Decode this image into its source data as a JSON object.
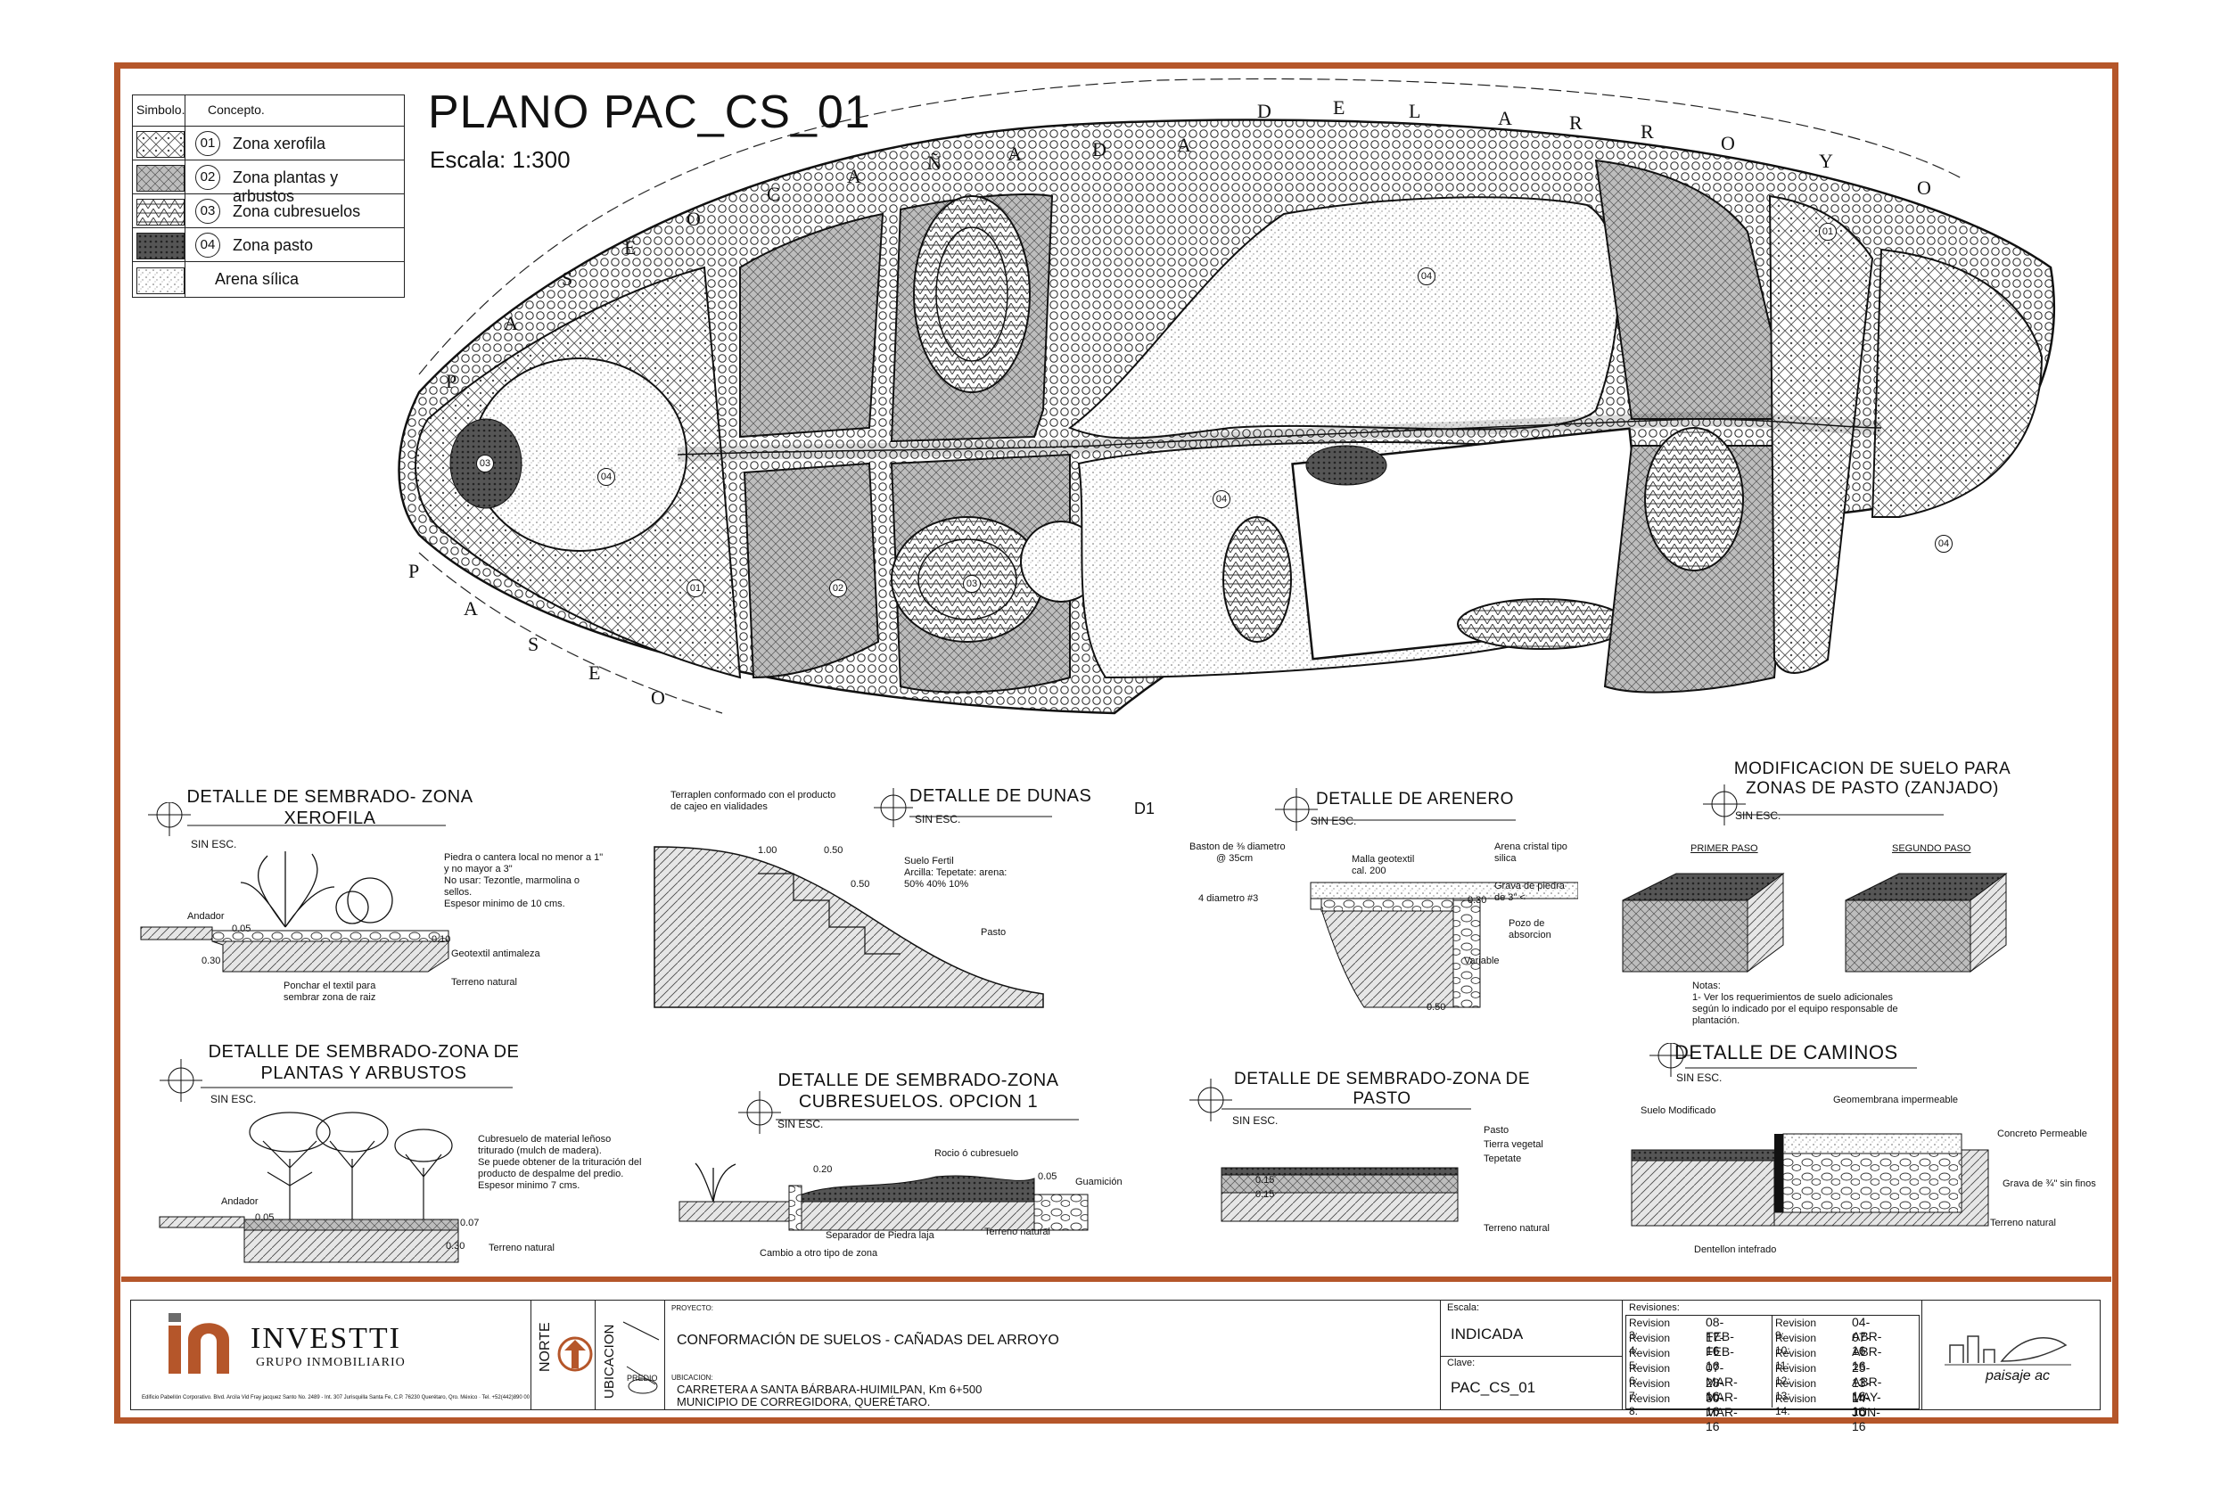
{
  "legend": {
    "col_symbol": "Simbolo.",
    "col_concept": "Concepto.",
    "items": [
      {
        "num": "01",
        "label": "Zona xerofila"
      },
      {
        "num": "02",
        "label": "Zona plantas y arbustos"
      },
      {
        "num": "03",
        "label": "Zona cubresuelos"
      },
      {
        "num": "04",
        "label": "Zona pasto"
      },
      {
        "num": "",
        "label": "Arena sílica"
      }
    ]
  },
  "plan": {
    "title": "PLANO PAC_CS_01",
    "scale": "Escala: 1:300",
    "street_top": [
      "P",
      "A",
      "S",
      "E",
      "O",
      "C",
      "A",
      "Ñ",
      "A",
      "D",
      "A",
      "D",
      "E",
      "L",
      "A",
      "R",
      "R",
      "O",
      "Y",
      "O"
    ],
    "street_bottom": [
      "P",
      "A",
      "S",
      "E",
      "O"
    ],
    "zone_tags": [
      "01",
      "02",
      "03",
      "04"
    ]
  },
  "details": {
    "xerofila": {
      "title_line1": "DETALLE DE SEMBRADO- ZONA",
      "title_line2": "XEROFILA",
      "scale": "SIN ESC.",
      "note1": "Piedra o cantera local no menor a 1\"",
      "note2": "y no mayor a 3\"",
      "note3": "No usar: Tezontle, marmolina o",
      "note4": "sellos.",
      "note5": "Espesor minimo de 10 cms.",
      "label_andador": "Andador",
      "dim_005": "0.05",
      "dim_030": "0.30",
      "dim_010": "0.10",
      "geotextil": "Geotextil antimaleza",
      "terreno": "Terreno natural",
      "ponchar1": "Ponchar el textil para",
      "ponchar2": "sembrar zona de raiz"
    },
    "dunas": {
      "title": "DETALLE DE DUNAS",
      "tag": "D1",
      "scale": "SIN ESC.",
      "note_top1": "Terraplen conformado con el producto",
      "note_top2": "de cajeo en vialidades",
      "dim_100": "1.00",
      "dim_050a": "0.50",
      "dim_050b": "0.50",
      "suelo1": "Suelo Fertil",
      "suelo2": "Arcilla:  Tepetate:  arena:",
      "suelo3": "50%        40%        10%",
      "pasto": "Pasto"
    },
    "arenero": {
      "title": "DETALLE DE ARENERO",
      "scale": "SIN ESC.",
      "baston1": "Baston de ⅜ diametro",
      "baston2": "@ 35cm",
      "diam": "4 diametro #3",
      "malla1": "Malla geotextil",
      "malla2": "cal. 200",
      "arena1": "Arena cristal tipo",
      "arena2": "silica",
      "grava1": "Grava de piedra",
      "grava2": "de 3\" <",
      "pozo1": "Pozo de",
      "pozo2": "absorcion",
      "variable": "Variable",
      "dim_050": "0.50",
      "dim_030": "0.30"
    },
    "zanjado": {
      "title_line1": "MODIFICACION DE SUELO PARA",
      "title_line2": "ZONAS DE PASTO (ZANJADO)",
      "scale": "SIN ESC.",
      "primer": "PRIMER PASO",
      "segundo": "SEGUNDO PASO",
      "notas_title": "Notas:",
      "notas1": "1- Ver los requerimientos de suelo adicionales",
      "notas2": "según lo indicado por el equipo responsable de",
      "notas3": "plantación."
    },
    "arbustos": {
      "title_line1": "DETALLE DE SEMBRADO-ZONA DE",
      "title_line2": "PLANTAS Y ARBUSTOS",
      "scale": "SIN ESC.",
      "note1": "Cubresuelo de material leñoso",
      "note2": "triturado (mulch de madera).",
      "note3": "Se puede obtener de la trituración del",
      "note4": "producto de despalme del predio.",
      "note5": "Espesor minimo 7 cms.",
      "andador": "Andador",
      "dim_005": "0.05",
      "dim_007": "0.07",
      "dim_030": "0.30",
      "terreno": "Terreno natural"
    },
    "cubresuelos": {
      "title_line1": "DETALLE DE SEMBRADO-ZONA",
      "title_line2": "CUBRESUELOS. OPCION 1",
      "scale": "SIN ESC.",
      "rocio": "Rocio ó cubresuelo",
      "dim_020": "0.20",
      "dim_005": "0.05",
      "guamicion": "Guamición",
      "separador": "Separador de Piedra laja",
      "terreno": "Terreno natural",
      "cambio": "Cambio a otro tipo de zona"
    },
    "pasto": {
      "title_line1": "DETALLE DE SEMBRADO-ZONA DE",
      "title_line2": "PASTO",
      "scale": "SIN ESC.",
      "pasto": "Pasto",
      "tierra": "Tierra vegetal",
      "tepetate": "Tepetate",
      "terreno": "Terreno natural",
      "dim_015a": "0.15",
      "dim_015b": "0.15"
    },
    "caminos": {
      "title": "DETALLE DE CAMINOS",
      "scale": "SIN ESC.",
      "suelo": "Suelo Modificado",
      "geomembrana": "Geomembrana impermeable",
      "concreto": "Concreto Permeable",
      "grava": "Grava de ¾\" sin finos",
      "terreno": "Terreno natural",
      "dentellon": "Dentellon intefrado"
    }
  },
  "title_block": {
    "company": "INVESTTI",
    "company_sub": "GRUPO INMOBILIARIO",
    "address": "Edificio Pabellón Corporativo. Blvd. Arcila Vid Fray jacquez Santo No. 2489 - Int. 307 Jurisquilla Santa Fe, C.P. 76230 Querétaro, Qro. México · Tel. +52(442)890 00",
    "norte": "NORTE",
    "ubicacion": "UBICACION",
    "predio": "PREDIO",
    "proyecto_label": "PROYECTO:",
    "proyecto": "CONFORMACIÓN DE SUELOS  -   CAÑADAS DEL ARROYO",
    "ubicacion_label": "UBICACION:",
    "ubic_line1": "CARRETERA A SANTA BÁRBARA-HUIMILPAN, Km 6+500",
    "ubic_line2": "MUNICIPIO DE CORREGIDORA, QUERÉTARO.",
    "escala_label": "Escala:",
    "escala": "INDICADA",
    "clave_label": "Clave:",
    "clave": "PAC_CS_01",
    "revisiones_label": "Revisiones:",
    "revisions_left": [
      {
        "label": "Revision 3:",
        "date": "08-FEB-16"
      },
      {
        "label": "Revision 4:",
        "date": "17-FEB-16"
      },
      {
        "label": "Revision 5:",
        "date": ""
      },
      {
        "label": "Revision 6:",
        "date": "07-MAR-16"
      },
      {
        "label": "Revision 7:",
        "date": "28-MAR-16"
      },
      {
        "label": "Revision 8:",
        "date": "30-MAR-16"
      }
    ],
    "revisions_right": [
      {
        "label": "Revision 9:",
        "date": "04-ABR-16"
      },
      {
        "label": "Revision 10:",
        "date": "07-ABR-16"
      },
      {
        "label": "Revision 11:",
        "date": ""
      },
      {
        "label": "Revision 12:",
        "date": "25-ABR-16"
      },
      {
        "label": "Revision 13:",
        "date": "13-MAY-16"
      },
      {
        "label": "Revision 14:",
        "date": "14-JUN-16"
      }
    ],
    "paisaje": "paisaje ac"
  },
  "colors": {
    "frame": "#b5562a",
    "ink": "#111111",
    "logo": "#b5562a"
  }
}
